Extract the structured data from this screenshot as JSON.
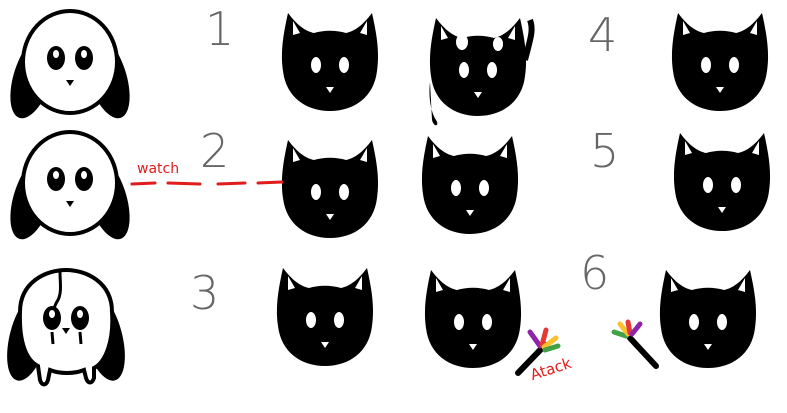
{
  "labels": {
    "n1": "1",
    "n2": "2",
    "n3": "3",
    "n4": "4",
    "n5": "5",
    "n6": "6",
    "watch": "watch",
    "attack": "Atack"
  },
  "colors": {
    "ink": "#000000",
    "paper": "#ffffff",
    "number_gray": "#666666",
    "annotation_red": "#e01c1c",
    "flower": [
      "#e53935",
      "#8e24aa",
      "#fbc02d",
      "#43a047"
    ]
  },
  "icons": [
    "panda-face-icon",
    "cat-face-icon",
    "melting-cat-face-icon",
    "melting-panda-face-icon",
    "magic-wand-icon"
  ]
}
